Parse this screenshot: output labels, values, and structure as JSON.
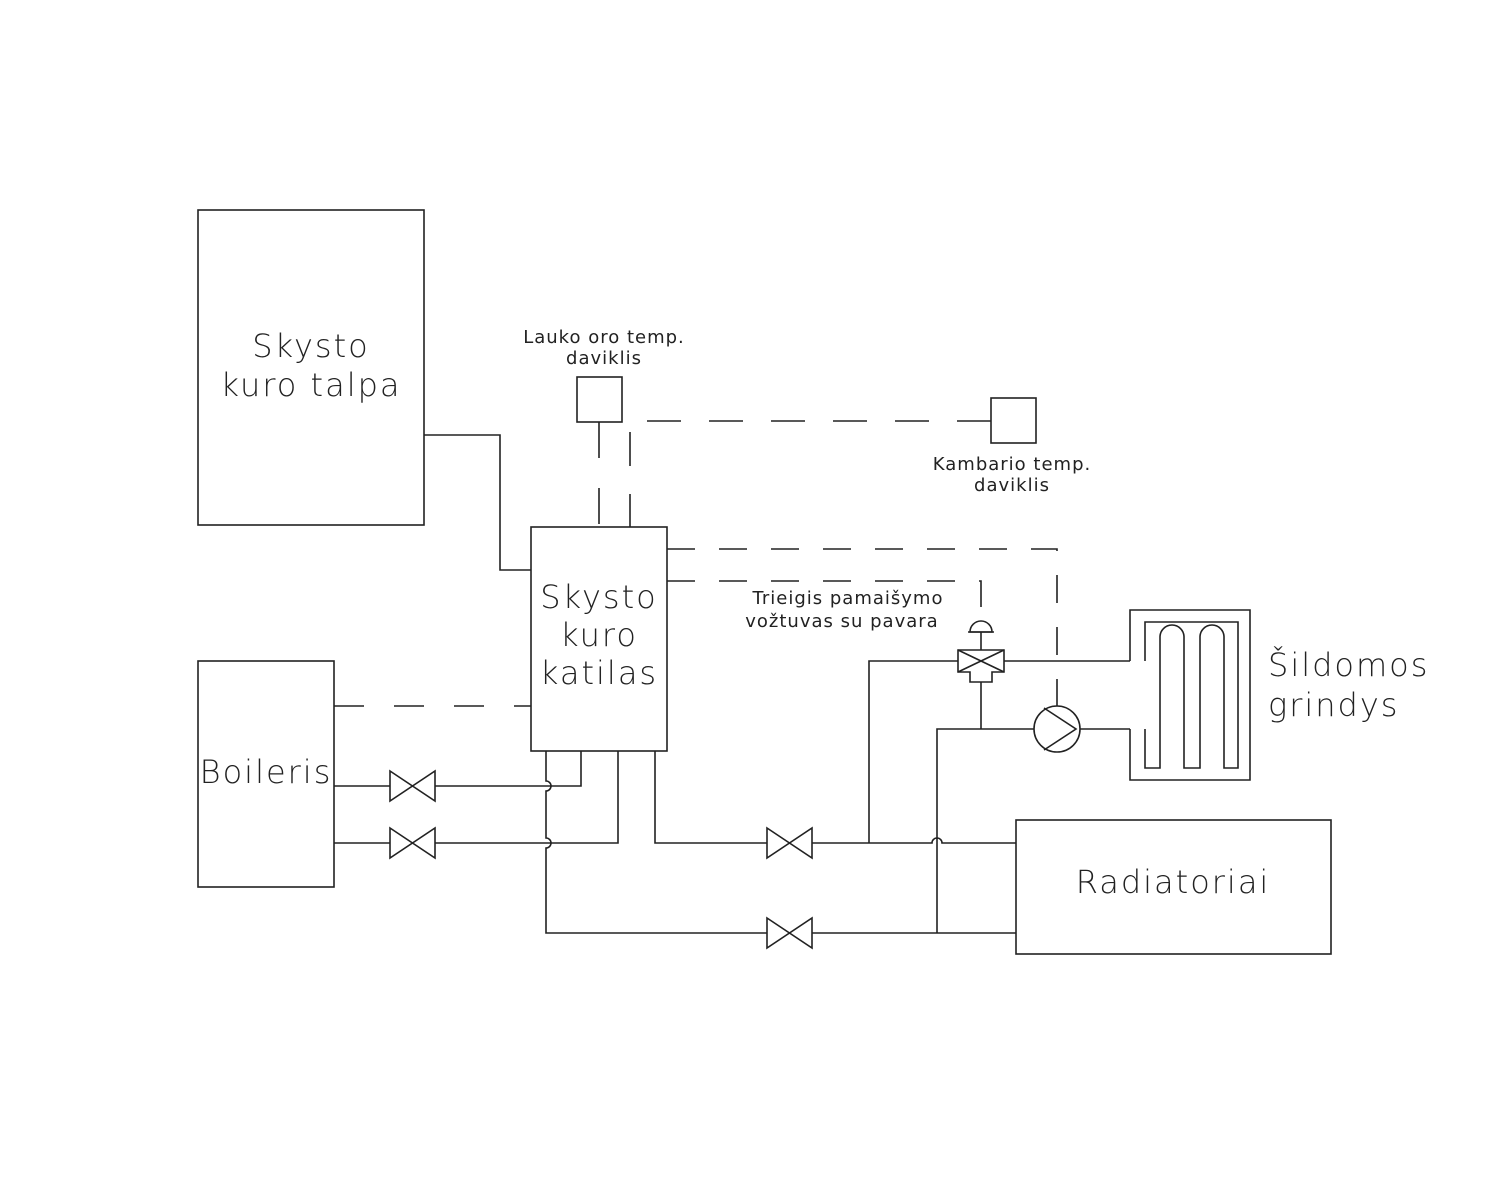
{
  "labels": {
    "tank_line1": "Skysto",
    "tank_line2": "kuro talpa",
    "boiler_line1": "Skysto",
    "boiler_line2": "kuro",
    "boiler_line3": "katilas",
    "dhw": "Boileris",
    "radiators": "Radiatoriai",
    "floor_line1": "Šildomos",
    "floor_line2": "grindys",
    "outdoor_sensor_line1": "Lauko oro temp.",
    "outdoor_sensor_line2": "daviklis",
    "room_sensor_line1": "Kambario temp.",
    "room_sensor_line2": "daviklis",
    "valve_line1": "Trieigis pamaišymo",
    "valve_line2": "vožtuvas su pavara"
  }
}
